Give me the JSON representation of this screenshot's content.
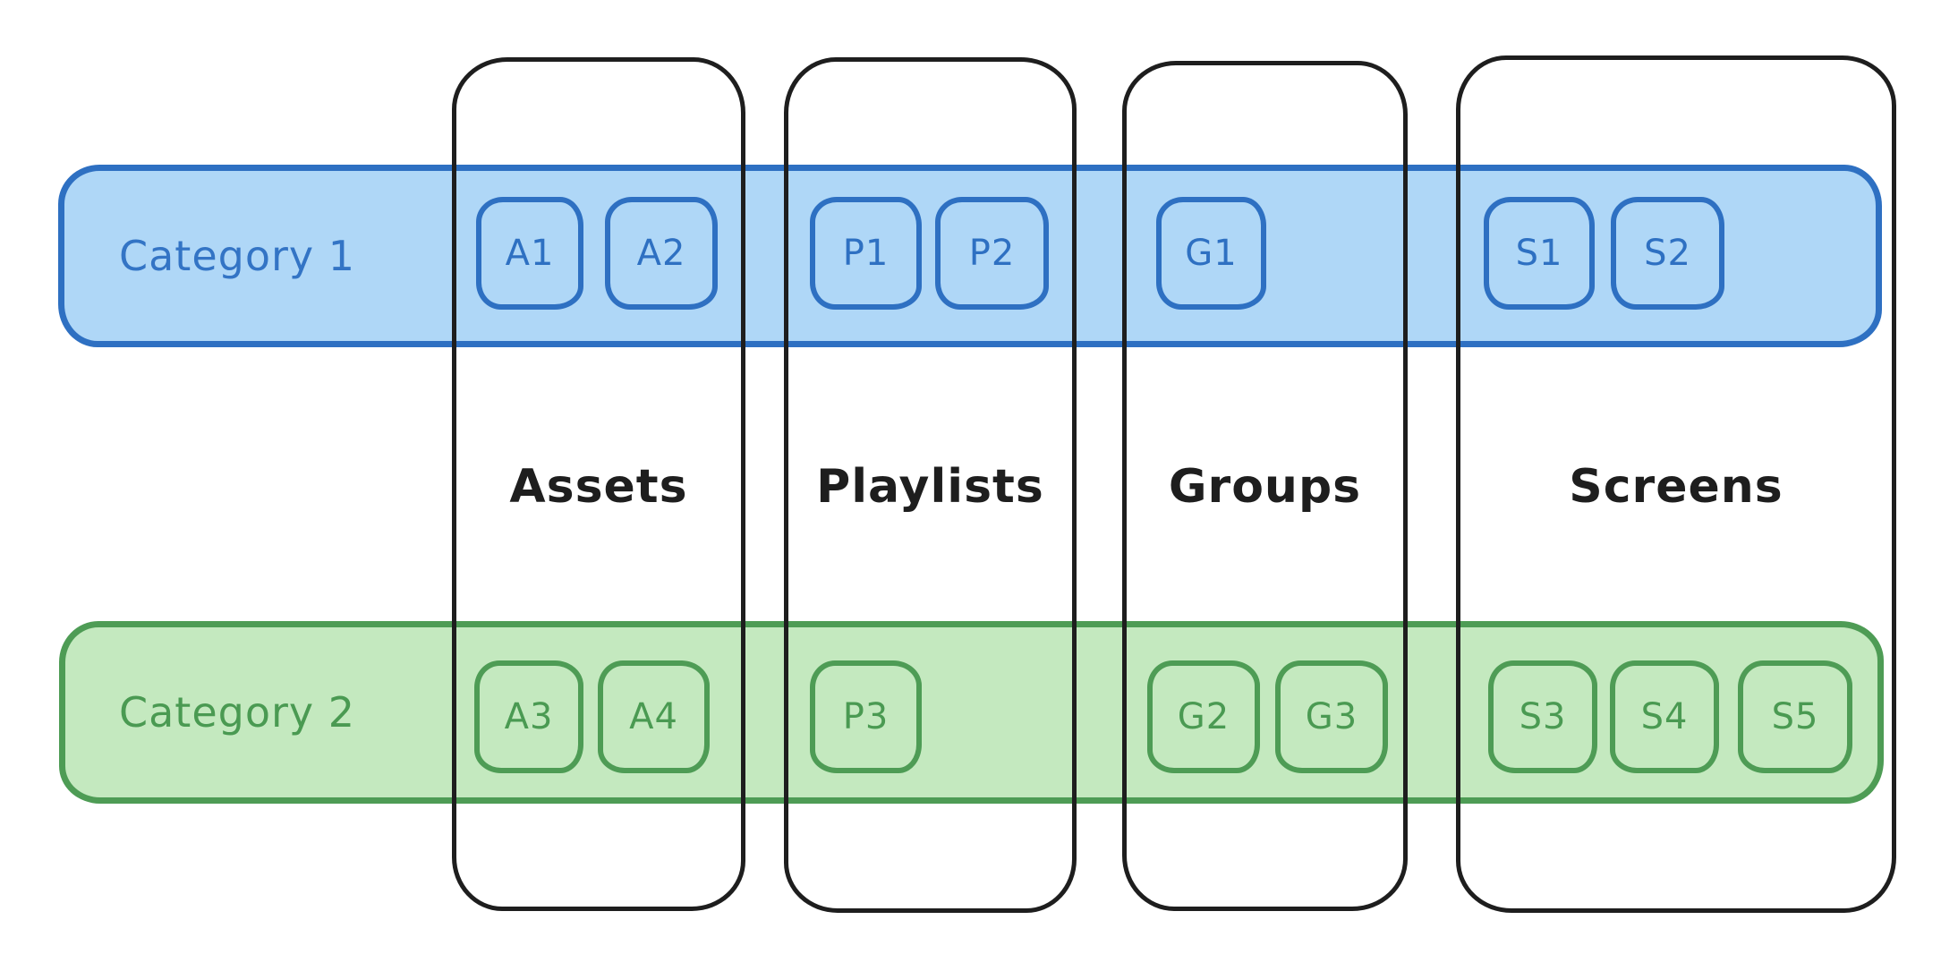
{
  "diagram_title": "",
  "palette": {
    "background": "#ffffff",
    "column_stroke": "#1e1e1e",
    "category1_stroke": "#2e70c2",
    "category1_fill": "#afd7f7",
    "category2_stroke": "#4e9c55",
    "category2_fill": "#c4e9bf"
  },
  "columns": [
    {
      "label": "Assets"
    },
    {
      "label": "Playlists"
    },
    {
      "label": "Groups"
    },
    {
      "label": "Screens"
    }
  ],
  "categories": [
    {
      "label": "Category 1",
      "color": "#2e70c2"
    },
    {
      "label": "Category 2",
      "color": "#4e9c55"
    }
  ],
  "chips": [
    {
      "label": "A1",
      "category": "Category 1",
      "column": "Assets"
    },
    {
      "label": "A2",
      "category": "Category 1",
      "column": "Assets"
    },
    {
      "label": "P1",
      "category": "Category 1",
      "column": "Playlists"
    },
    {
      "label": "P2",
      "category": "Category 1",
      "column": "Playlists"
    },
    {
      "label": "G1",
      "category": "Category 1",
      "column": "Groups"
    },
    {
      "label": "S1",
      "category": "Category 1",
      "column": "Screens"
    },
    {
      "label": "S2",
      "category": "Category 1",
      "column": "Screens"
    },
    {
      "label": "A3",
      "category": "Category 2",
      "column": "Assets"
    },
    {
      "label": "A4",
      "category": "Category 2",
      "column": "Assets"
    },
    {
      "label": "P3",
      "category": "Category 2",
      "column": "Playlists"
    },
    {
      "label": "G2",
      "category": "Category 2",
      "column": "Groups"
    },
    {
      "label": "G3",
      "category": "Category 2",
      "column": "Groups"
    },
    {
      "label": "S3",
      "category": "Category 2",
      "column": "Screens"
    },
    {
      "label": "S4",
      "category": "Category 2",
      "column": "Screens"
    },
    {
      "label": "S5",
      "category": "Category 2",
      "column": "Screens"
    }
  ]
}
